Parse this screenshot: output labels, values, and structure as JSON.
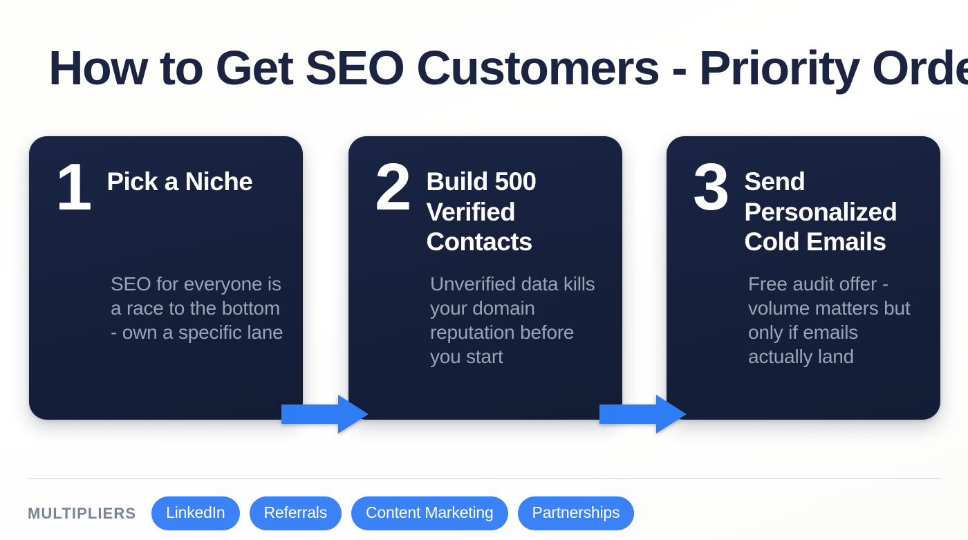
{
  "title": "How to Get SEO Customers - Priority Order",
  "theme": {
    "background": "#ffffff",
    "card_bg": "#17213c",
    "card_title_color": "#ffffff",
    "card_body_color": "#9aa4b6",
    "title_color": "#1b2541",
    "accent_blue": "#3b82f6",
    "divider_color": "#c8ccd4",
    "label_color": "#78849a"
  },
  "steps": [
    {
      "number": "1",
      "title": "Pick a Niche",
      "body": "SEO for everyone is a race to the bottom - own a specific lane"
    },
    {
      "number": "2",
      "title": "Build 500 Verified Contacts",
      "body": "Unverified data kills your domain reputation before you start"
    },
    {
      "number": "3",
      "title": "Send Personalized Cold Emails",
      "body": "Free audit offer - volume matters but only if emails actually land"
    }
  ],
  "connectors": [
    {
      "icon": "arrow-right-icon",
      "from": "1",
      "to": "2"
    },
    {
      "icon": "arrow-right-icon",
      "from": "2",
      "to": "3"
    }
  ],
  "footer": {
    "label": "MULTIPLIERS",
    "pills": [
      "LinkedIn",
      "Referrals",
      "Content Marketing",
      "Partnerships"
    ]
  }
}
